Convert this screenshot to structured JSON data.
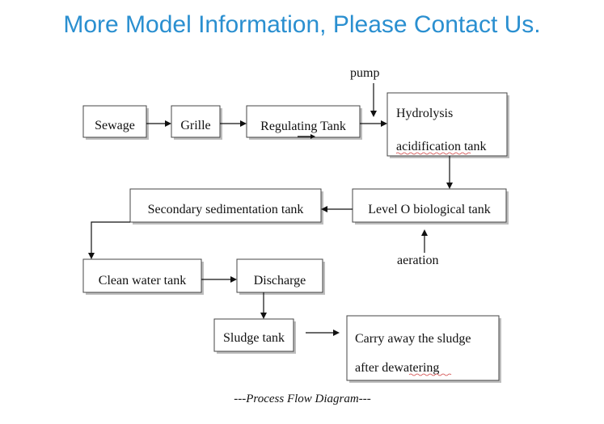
{
  "heading": "More Model Information, Please Contact Us.",
  "diagram": {
    "nodes": {
      "sewage": "Sewage",
      "grille": "Grille",
      "regulating": "Regulating Tank",
      "hydrolysis_line1": "Hydrolysis",
      "hydrolysis_line2": "acidification tank",
      "level_o": "Level O biological tank",
      "secondary": "Secondary sedimentation tank",
      "clean_water": "Clean water tank",
      "discharge": "Discharge",
      "sludge": "Sludge tank",
      "carry_line1": "Carry away the sludge",
      "carry_line2": "after dewatering"
    },
    "labels": {
      "pump": "pump",
      "aeration": "aeration"
    },
    "caption": "---Process Flow Diagram---"
  }
}
